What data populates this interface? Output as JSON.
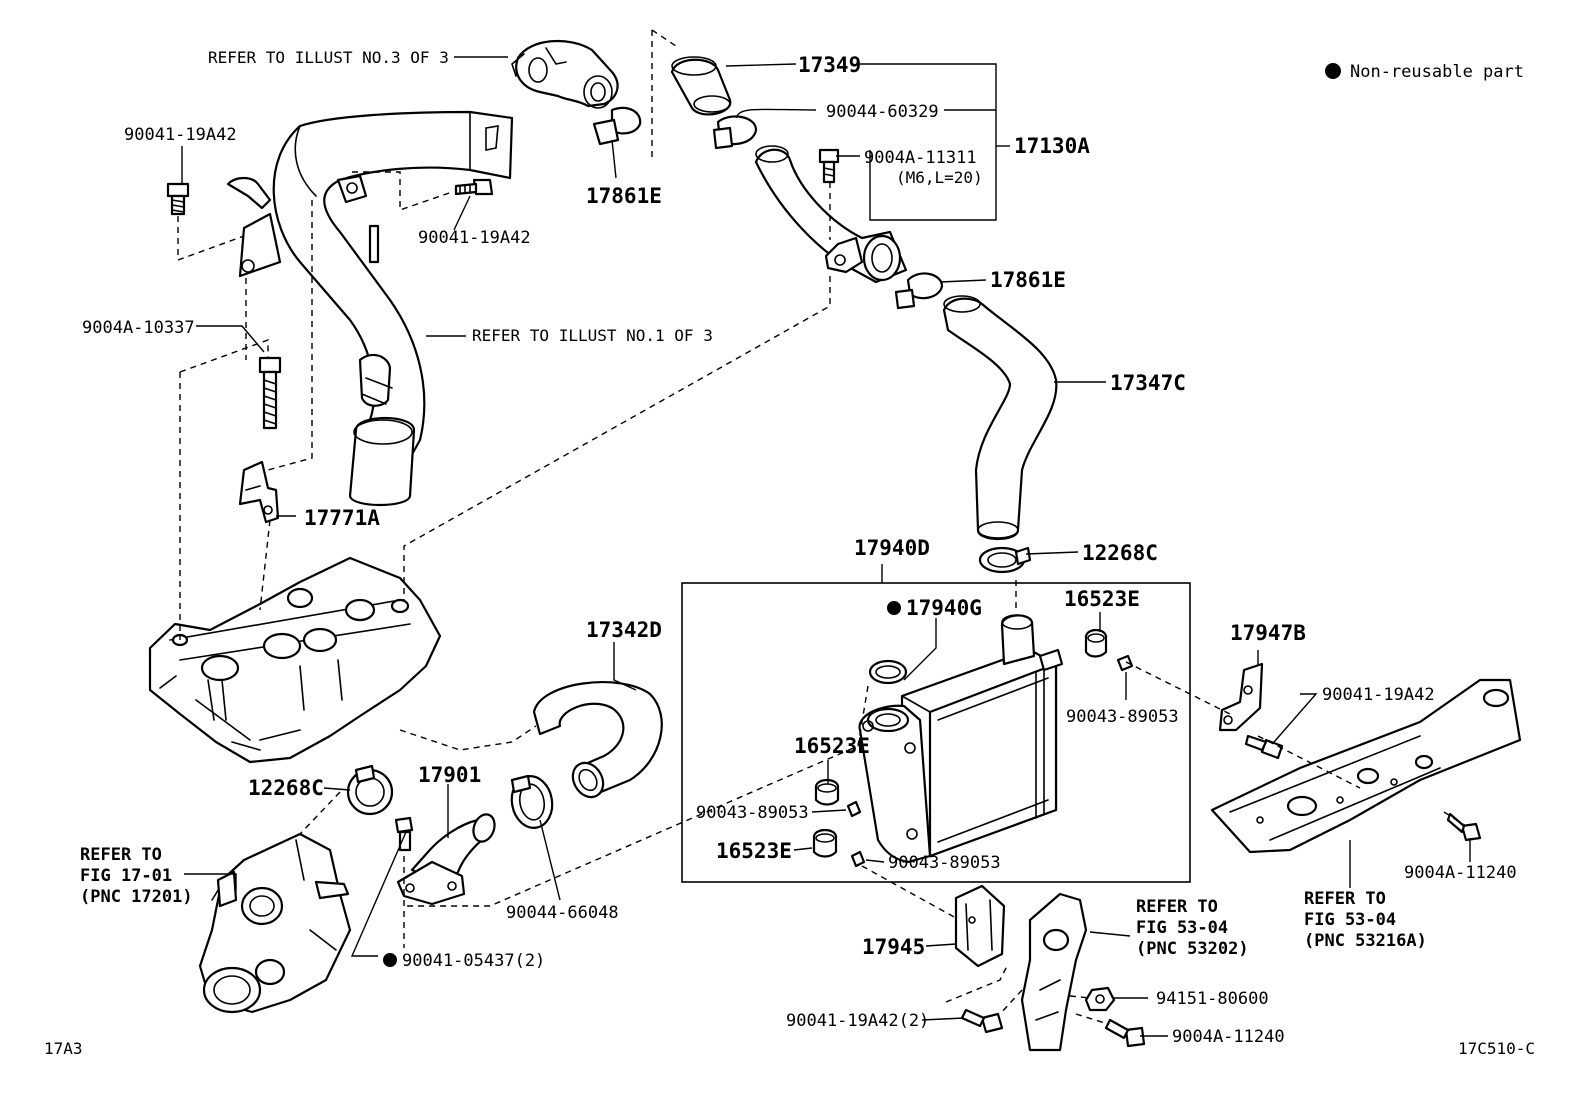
{
  "legend": {
    "text": "Non-reusable part"
  },
  "corner": {
    "left": "17A3",
    "right": "17C510-C"
  },
  "refs": {
    "illust3": "REFER TO ILLUST NO.3 OF 3",
    "illust1": "REFER TO ILLUST NO.1 OF 3",
    "fig1701": [
      "REFER TO",
      "FIG 17-01",
      "(PNC 17201)"
    ],
    "fig5304a": [
      "REFER TO",
      "FIG 53-04",
      "(PNC 53202)"
    ],
    "fig5304b": [
      "REFER TO",
      "FIG 53-04",
      "(PNC 53216A)"
    ]
  },
  "labels": {
    "p17349": "17349",
    "p90044_60329": "90044-60329",
    "p17130A": "17130A",
    "p9004A_11311": "9004A-11311",
    "p9004A_11311_spec": "(M6,L=20)",
    "p17861E_top": "17861E",
    "p17861E_mid": "17861E",
    "p90041_19A42_a": "90041-19A42",
    "p90041_19A42_b": "90041-19A42",
    "p9004A_10337": "9004A-10337",
    "p17771A": "17771A",
    "p17347C": "17347C",
    "p12268C_a": "12268C",
    "p17940D": "17940D",
    "p17940G": "17940G",
    "p16523E_a": "16523E",
    "p16523E_b": "16523E",
    "p16523E_c": "16523E",
    "p90043_89053_a": "90043-89053",
    "p90043_89053_b": "90043-89053",
    "p90043_89053_c": "90043-89053",
    "p17947B": "17947B",
    "p90041_19A42_c": "90041-19A42",
    "p9004A_11240_a": "9004A-11240",
    "p9004A_11240_b": "9004A-11240",
    "p17342D": "17342D",
    "p12268C_b": "12268C",
    "p17901": "17901",
    "p90044_66048": "90044-66048",
    "p90041_05437": "90041-05437(2)",
    "p17945": "17945",
    "p90041_19A42_2": "90041-19A42(2)",
    "p94151_80600": "94151-80600"
  }
}
